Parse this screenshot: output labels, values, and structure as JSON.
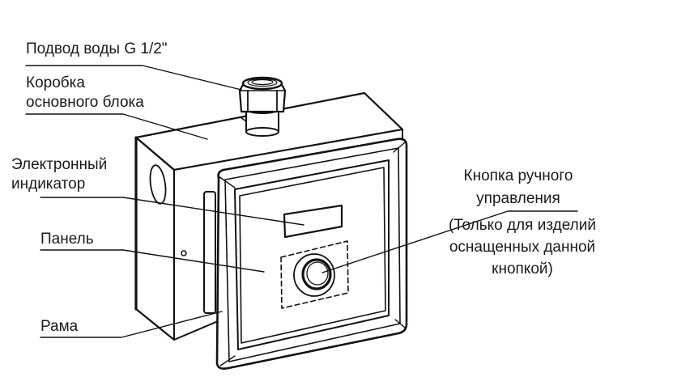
{
  "diagram": {
    "type": "technical-illustration",
    "subject": "Concealed flush valve control unit (isometric view)",
    "stroke_color": "#111111",
    "background": "#ffffff"
  },
  "labels": {
    "water_inlet": "Подвод воды G 1/2\"",
    "box_line1": "Коробка",
    "box_line2": "основного блока",
    "indicator_line1": "Электронный",
    "indicator_line2": "индикатор",
    "panel": "Панель",
    "frame": "Рама",
    "button_line1": "Кнопка ручного",
    "button_line2": "управления",
    "button_note1": "(Только для изделий",
    "button_note2": "оснащенных данной",
    "button_note3": "кнопкой)"
  }
}
